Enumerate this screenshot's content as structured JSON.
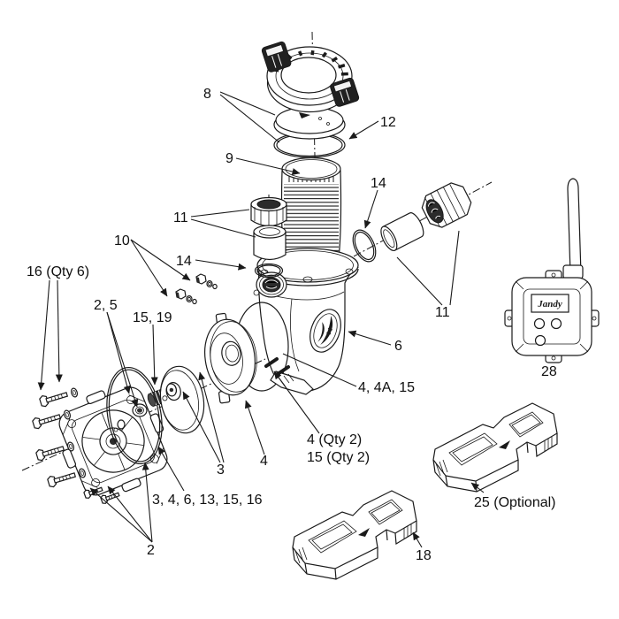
{
  "diagram": {
    "type": "exploded-parts-diagram",
    "subject": "pool pump parts breakdown",
    "background_color": "#ffffff",
    "line_color": "#1a1a1a",
    "dark_fill_color": "#2b2b2b"
  },
  "callouts": {
    "lid_assembly": "8",
    "lid_oring": "12",
    "basket": "9",
    "inlet_union": "11",
    "inlet_oring": "14",
    "drain_plugs": "10",
    "outlet_oring": "14",
    "outlet_union": "11",
    "bolts": "16 (Qty 6)",
    "seal_pair": "2, 5",
    "shaft_seal": "15, 19",
    "pump_body": "6",
    "hardware_set": "4, 4A, 15",
    "screws_qty2": "4 (Qty 2)",
    "washers_qty2": "15 (Qty 2)",
    "diffuser": "4",
    "impeller": "3",
    "oring_kit": "3, 4, 6, 13, 15, 16",
    "backplate_screws": "2",
    "controller": "28",
    "optional_base": "25 (Optional)",
    "base": "18"
  },
  "controller": {
    "brand_label": "Jandy"
  }
}
